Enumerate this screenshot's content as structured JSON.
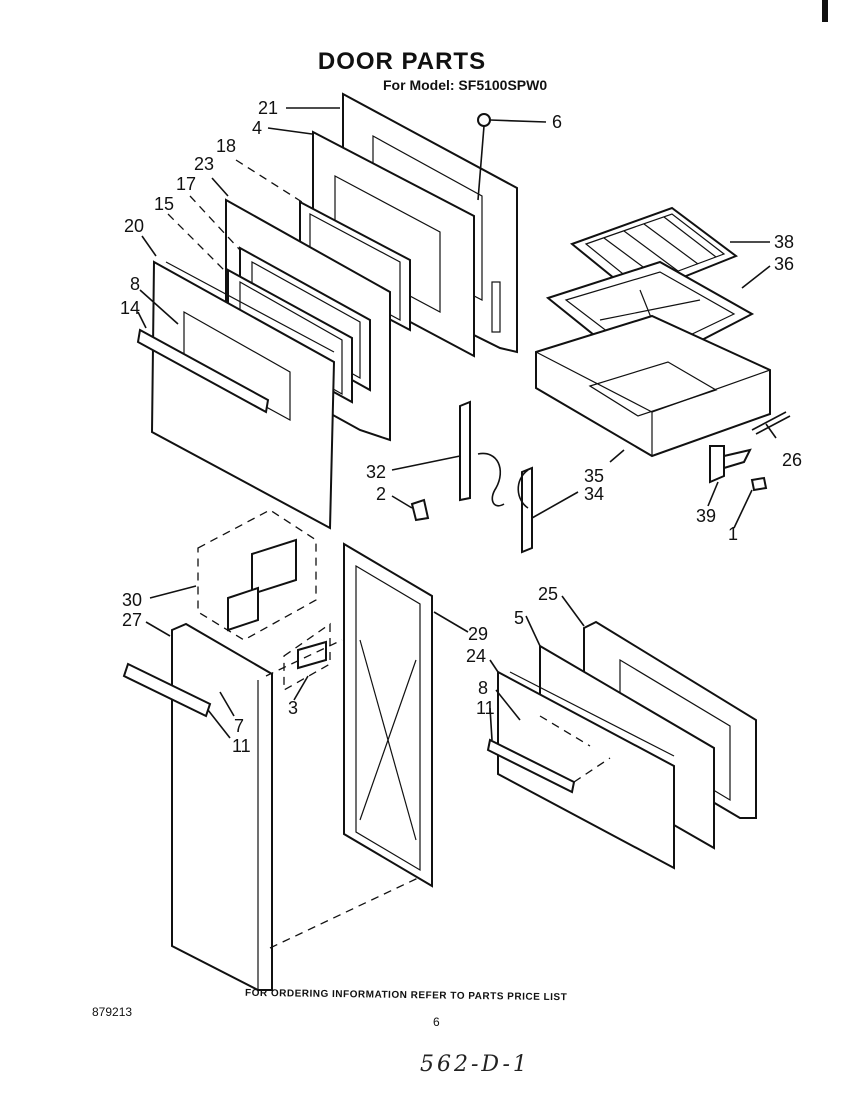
{
  "header": {
    "title": "DOOR PARTS",
    "model_line": "For Model: SF5100SPW0"
  },
  "callouts": {
    "c21": "21",
    "c4": "4",
    "c6": "6",
    "c18": "18",
    "c23": "23",
    "c17": "17",
    "c15": "15",
    "c20": "20",
    "c8a": "8",
    "c14": "14",
    "c38": "38",
    "c36": "36",
    "c32": "32",
    "c2": "2",
    "c35": "35",
    "c34": "34",
    "c26": "26",
    "c39": "39",
    "c1": "1",
    "c30": "30",
    "c27": "27",
    "c29": "29",
    "c25": "25",
    "c5": "5",
    "c24": "24",
    "c8b": "8",
    "c11a": "11",
    "c7": "7",
    "c11b": "11",
    "c3": "3"
  },
  "footer": {
    "ordering_note": "FOR ORDERING INFORMATION REFER TO PARTS PRICE LIST",
    "diagram_code": "879213",
    "page_number": "6",
    "handwritten_note": "562-D-1"
  }
}
